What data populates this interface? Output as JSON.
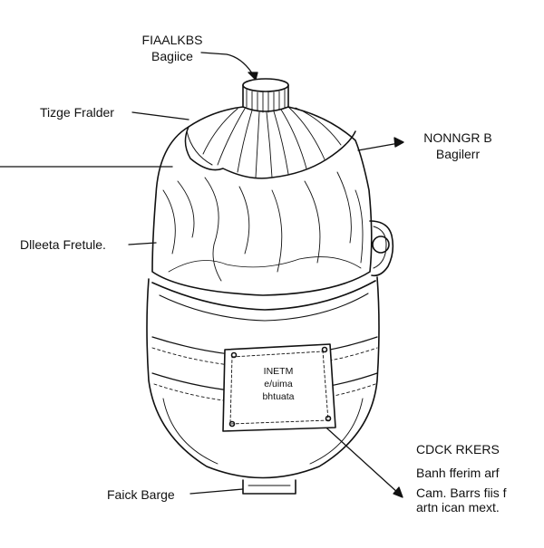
{
  "labels": {
    "top_title": "FIAALKBS",
    "top_sub": "Bagiice",
    "left_top": "Tizge Fralder",
    "right_top_title": "NONNGR B",
    "right_top_sub": "Bagilerr",
    "left_mid": "Dlleeta Fretule.",
    "right_bottom_title": "CDCK RKERS",
    "right_bottom_line1": "Banh fferim arf",
    "right_bottom_line2": "Cam. Barrs fiis f",
    "right_bottom_line3": "artn ican mext.",
    "bottom_left": "Faick Barge"
  },
  "patch": {
    "line1": "INETM",
    "line2": "e/uima",
    "line3": "bhtuata"
  },
  "colors": {
    "ink": "#111111",
    "paper": "#ffffff"
  }
}
